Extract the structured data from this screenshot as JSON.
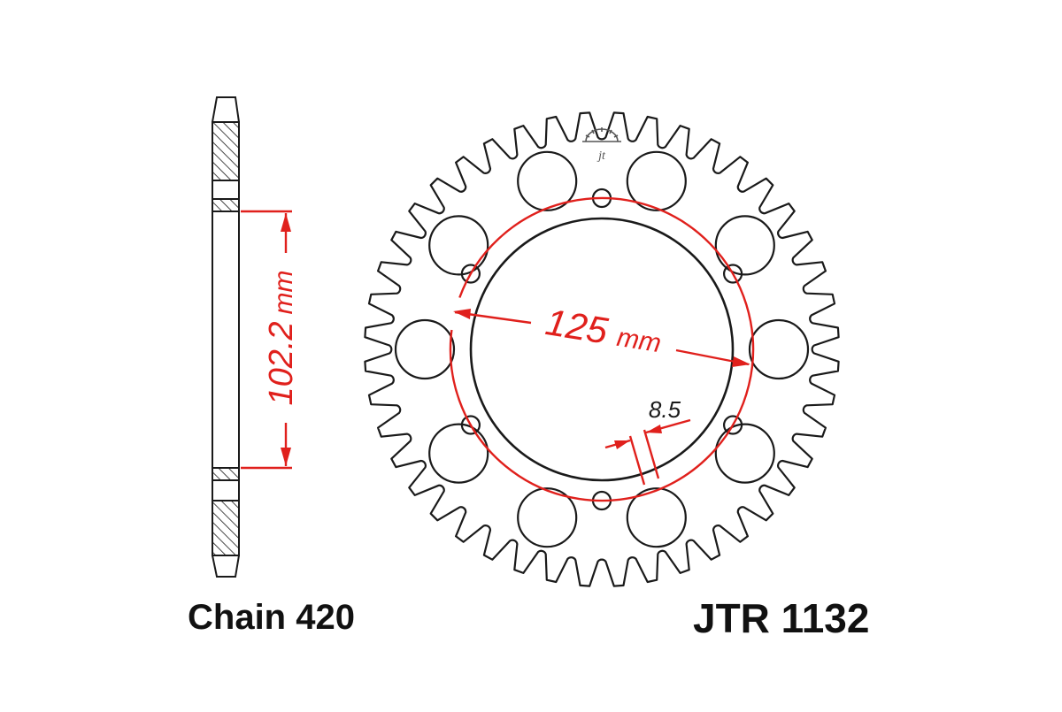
{
  "dimensions": {
    "bolt_circle_value": "125",
    "bolt_circle_unit": "mm",
    "bolt_hole_label": "8.5",
    "center_bore_value": "102.2",
    "center_bore_unit": "mm"
  },
  "captions": {
    "chain": "Chain 420",
    "part_number": "JTR 1132"
  },
  "sprocket": {
    "teeth": 44,
    "bolt_holes": 6,
    "lightening_holes": 10
  },
  "logo": {
    "mark": "jt"
  },
  "colors": {
    "outline": "#1a1a1a",
    "dimension": "#e0201c",
    "background": "#ffffff"
  }
}
